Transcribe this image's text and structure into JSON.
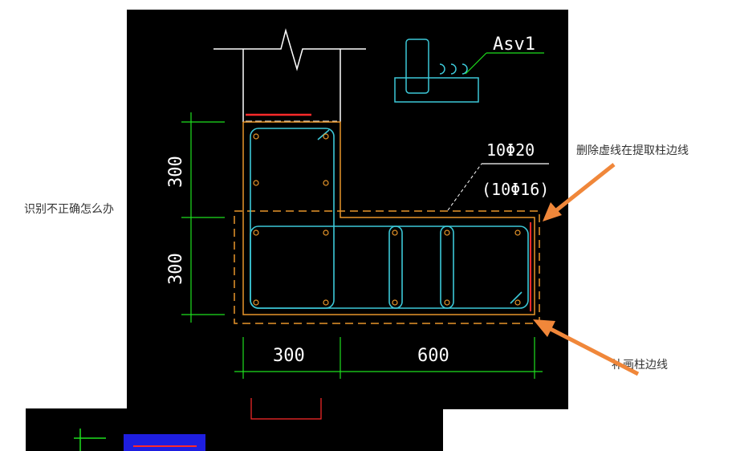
{
  "annotations": {
    "left_question": "识别不正确怎么办",
    "delete_note": "删除虚线在提取柱边线",
    "add_note": "补画柱边线"
  },
  "drawing": {
    "asv_label": "Asv1",
    "bar_main": "10Φ20",
    "bar_alt": "(10Φ16)",
    "dim_v_top": "300",
    "dim_v_bottom": "300",
    "dim_h_left": "300",
    "dim_h_right": "600"
  },
  "colors": {
    "cad_background": "#000000",
    "rebar": "#3cc8d8",
    "dimension": "#1ee01e",
    "outline_white": "#ffffff",
    "column_edge": "#e8962a",
    "highlight_red": "#ff2a2a",
    "arrow": "#f0873a"
  }
}
